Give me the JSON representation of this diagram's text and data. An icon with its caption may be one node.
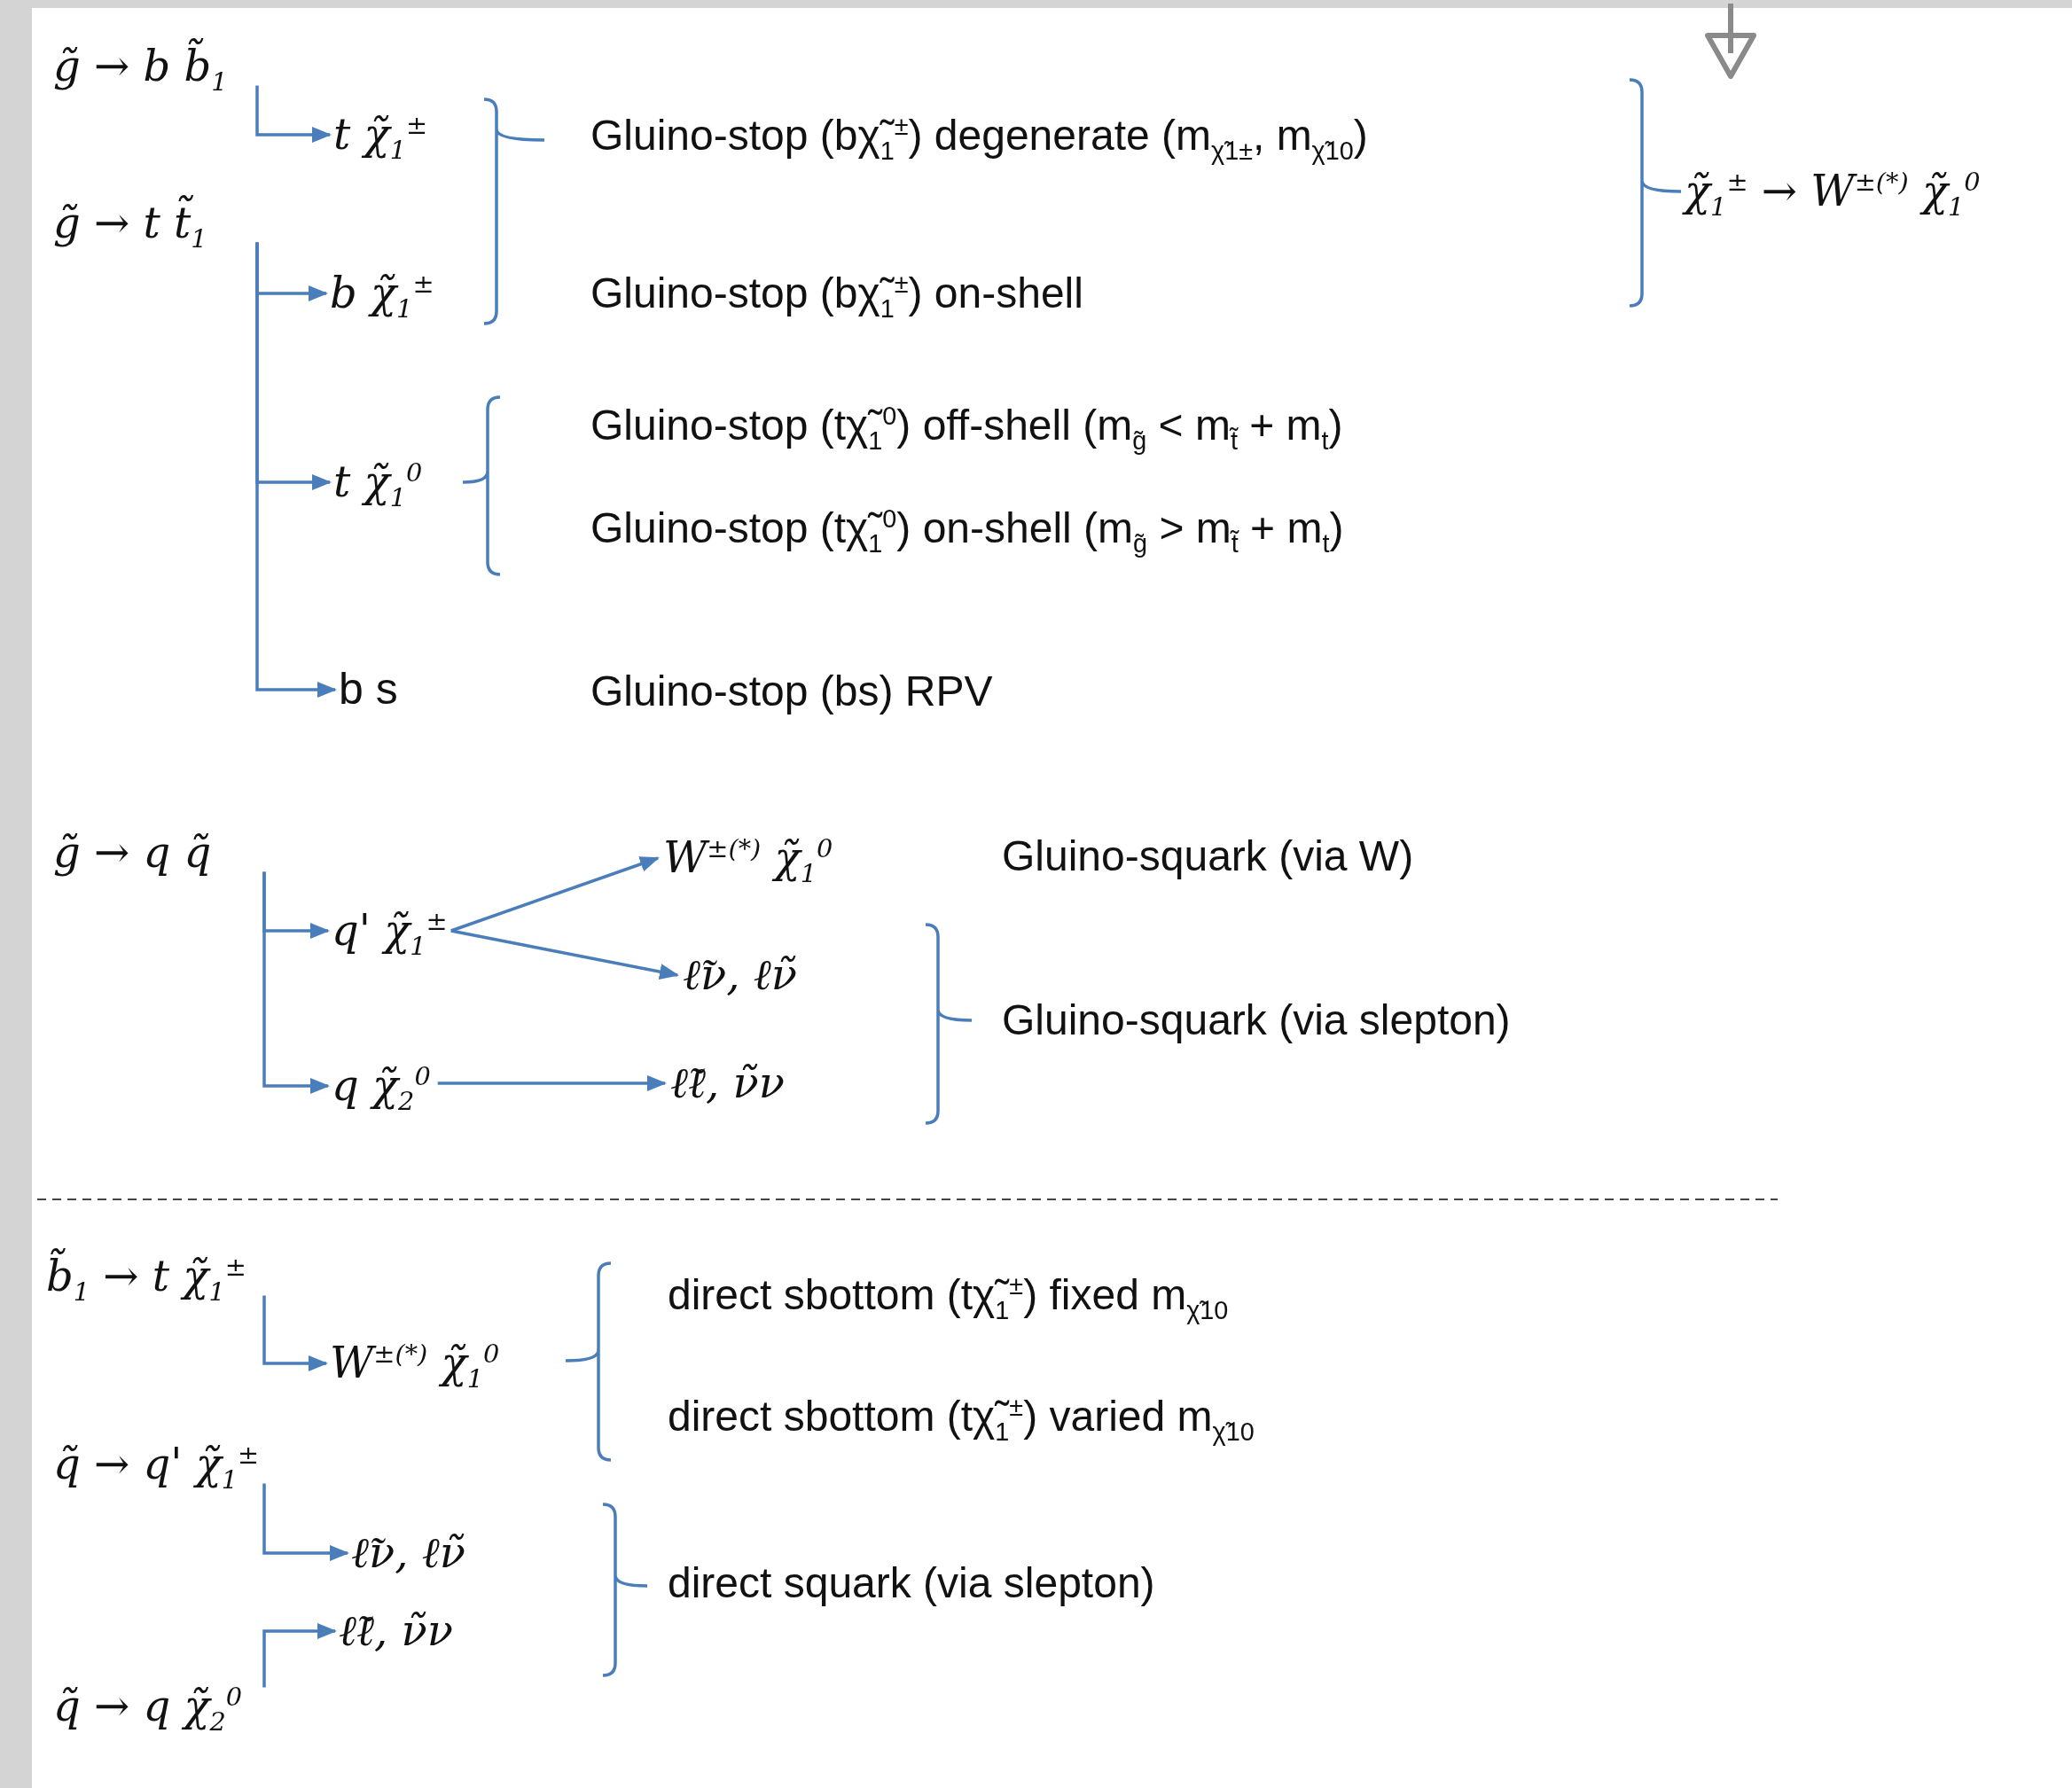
{
  "diagram": {
    "nodes": [
      {
        "text": [
          "g̃ → b b̃$_{1}$"
        ]
      },
      {
        "text": [
          "t χ̃$_{1}$$^{±}$"
        ]
      },
      {
        "text": [
          "g̃ → t t̃$_{1}$"
        ]
      },
      {
        "text": [
          "b χ̃$_{1}$$^{±}$"
        ]
      },
      {
        "text": [
          "t χ̃$_{1}$$^{0}$"
        ]
      },
      {
        "text": [
          "b s"
        ]
      },
      {
        "text": [
          "g̃ → q q̃"
        ]
      },
      {
        "text": [
          "q' χ̃$_{1}$$^{±}$"
        ]
      },
      {
        "text": [
          "q χ̃$_{2}$$^{0}$"
        ]
      },
      {
        "text": [
          "W$^{±(*)}$ χ̃$_{1}$$^{0}$"
        ]
      },
      {
        "text": [
          "ℓ̃ν, ℓν̃"
        ]
      },
      {
        "text": [
          "ℓ̃ℓ, ν̃ν"
        ]
      },
      {
        "text": [
          "b̃$_{1}$ → t χ̃$_{1}$$^{±}$"
        ]
      },
      {
        "text": [
          "W$^{±(*)}$ χ̃$_{1}$$^{0}$"
        ]
      },
      {
        "text": [
          "q̃ → q' χ̃$_{1}$$^{±}$"
        ]
      },
      {
        "text": [
          "ℓ̃ν, ℓν̃"
        ]
      },
      {
        "text": [
          "ℓ̃ℓ, ν̃ν"
        ]
      },
      {
        "text": [
          "q̃ → q χ̃$_{2}$$^{0}$"
        ]
      }
    ],
    "edges": [
      {
        "from": 0,
        "to": 1,
        "arrow": "to"
      },
      {
        "from": 2,
        "to": 3,
        "arrow": "to"
      },
      {
        "from": 2,
        "to": 4,
        "arrow": "to"
      },
      {
        "from": 2,
        "to": 5,
        "arrow": "to"
      },
      {
        "from": 6,
        "to": 7,
        "arrow": "to"
      },
      {
        "from": 6,
        "to": 8,
        "arrow": "to"
      },
      {
        "from": 7,
        "to": 9,
        "arrow": "to"
      },
      {
        "from": 7,
        "to": 10,
        "arrow": "to"
      },
      {
        "from": 8,
        "to": 11,
        "arrow": "to"
      },
      {
        "from": 12,
        "to": 13,
        "arrow": "to"
      },
      {
        "from": 14,
        "to": 15,
        "arrow": "to"
      },
      {
        "from": 17,
        "to": 16,
        "arrow": "to"
      }
    ],
    "labels": [
      "Gluino-stop (bχ̃$_{1}$$^{±}$) degenerate (m$_{χ̃1±}$, m$_{χ̃10}$)",
      "χ̃$_{1}$$^{±}$ → W$^{±(*)}$ χ̃$_{1}$$^{0}$",
      "Gluino-stop (bχ̃$_{1}$$^{±}$) on-shell",
      "Gluino-stop (tχ̃$_{1}$$^{0}$) off-shell (m$_{g̃}$ < m$_{t̃}$ + m$_{t}$)",
      "Gluino-stop (tχ̃$_{1}$$^{0}$) on-shell (m$_{g̃}$ > m$_{t̃}$ + m$_{t}$)",
      "Gluino-stop (bs) RPV",
      "Gluino-squark (via W)",
      "Gluino-squark (via slepton)",
      "direct sbottom (tχ̃$_{1}$$^{±}$) fixed m$_{χ̃10}$",
      "direct sbottom (tχ̃$_{1}$$^{±}$) varied m$_{χ̃10}$",
      "direct squark (via slepton)"
    ]
  }
}
